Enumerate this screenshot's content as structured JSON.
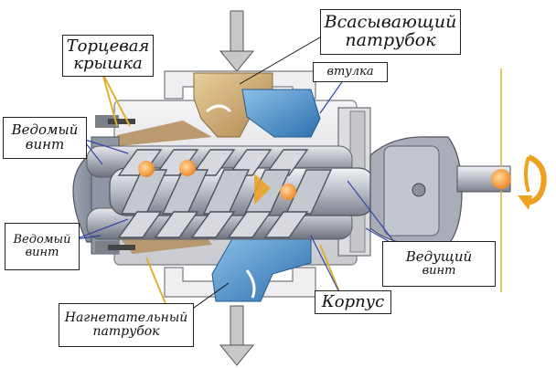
{
  "labels": {
    "suction_pipe": {
      "line1": "Всасывающий",
      "line2": "патрубок"
    },
    "end_cover": {
      "line1": "Торцевая",
      "line2": "крышка"
    },
    "bushing": "втулка",
    "driven_screw_top": {
      "line1": "Ведомый",
      "line2": "винт"
    },
    "driven_screw_bottom": {
      "line1": "Ведомый",
      "line2": "винт"
    },
    "drive_screw": {
      "line1": "Ведущий",
      "line2": "винт"
    },
    "housing": "Корпус",
    "discharge_pipe": {
      "line1": "Нагнетательный",
      "line2": "патрубок"
    }
  },
  "colors": {
    "suction_fluid": "#c9a56a",
    "discharge_fluid": "#4f8fc6",
    "housing_metal": "#e6e6e8",
    "screw_metal": "#b8bcc4",
    "leader_yellow": "#e0b030",
    "leader_blue": "#3344aa",
    "flow_arrow": "#f0a020"
  }
}
